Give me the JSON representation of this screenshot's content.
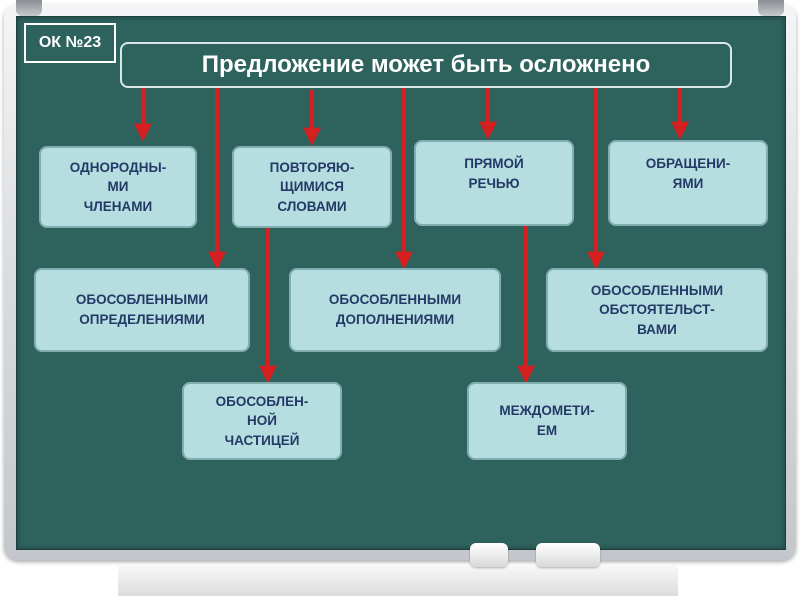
{
  "badge": {
    "label": "ОК №23"
  },
  "title": "Предложение может быть осложнено",
  "items": [
    {
      "label": "ОДНОРОДНЫ-\nМИ\nЧЛЕНАМИ"
    },
    {
      "label": "ПОВТОРЯЮ-\nЩИМИСЯ\nСЛОВАМИ"
    },
    {
      "label": "ПРЯМОЙ\nРЕЧЬЮ"
    },
    {
      "label": "ОБРАЩЕНИ-\nЯМИ"
    },
    {
      "label": "ОБОСОБЛЕННЫМИ\nОПРЕДЕЛЕНИЯМИ"
    },
    {
      "label": "ОБОСОБЛЕННЫМИ\nДОПОЛНЕНИЯМИ"
    },
    {
      "label": "ОБОСОБЛЕННЫМИ\nОБСТОЯТЕЛЬСТ-\nВАМИ"
    },
    {
      "label": "ОБОСОБЛЕН-\nНОЙ\nЧАСТИЦЕЙ"
    },
    {
      "label": "МЕЖДОМЕТИ-\nЕМ"
    }
  ],
  "colors": {
    "board": "#2e625d",
    "box": "#b6dde0",
    "box_text": "#243a66",
    "arrow": "#d42020"
  }
}
